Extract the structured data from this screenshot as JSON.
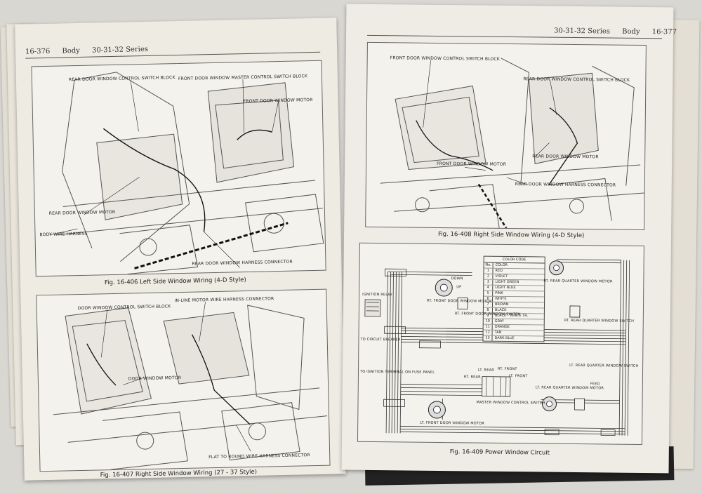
{
  "left_page": {
    "header": {
      "page_number": "16-376",
      "section": "Body",
      "series": "30-31-32 Series"
    },
    "fig_406": {
      "caption": "Fig. 16-406  Left Side Window Wiring (4-D Style)",
      "labels": {
        "rear_switch_block": "REAR DOOR WINDOW CONTROL SWITCH BLOCK",
        "front_master_switch": "FRONT DOOR WINDOW MASTER CONTROL SWITCH BLOCK",
        "front_motor": "FRONT DOOR WINDOW MOTOR",
        "rear_motor": "REAR DOOR WINDOW MOTOR",
        "body_harness": "BODY WIRE HARNESS",
        "rear_harness_connector": "REAR DOOR WINDOW HARNESS CONNECTOR"
      }
    },
    "fig_407": {
      "caption": "Fig. 16-407  Right Side Window Wiring (27 - 37 Style)",
      "labels": {
        "door_switch_block": "DOOR WINDOW CONTROL SWITCH BLOCK",
        "in_line_connector": "IN-LINE MOTOR WIRE HARNESS CONNECTOR",
        "door_motor": "DOOR WINDOW MOTOR",
        "flat_to_round": "FLAT TO ROUND WIRE HARNESS CONNECTOR"
      }
    }
  },
  "right_page": {
    "header": {
      "series": "30-31-32 Series",
      "section": "Body",
      "page_number": "16-377"
    },
    "fig_408": {
      "caption": "Fig. 16-408  Right Side Window Wiring (4-D Style)",
      "labels": {
        "front_switch_block": "FRONT DOOR WINDOW CONTROL SWITCH BLOCK",
        "rear_switch_block": "REAR DOOR WINDOW CONTROL SWITCH BLOCK",
        "rear_motor": "REAR DOOR WINDOW MOTOR",
        "front_motor": "FRONT DOOR WINDOW MOTOR",
        "rear_harness_connector": "REAR DOOR WINDOW HARNESS CONNECTOR"
      }
    },
    "fig_409": {
      "caption": "Fig. 16-409  Power Window Circuit",
      "color_code": {
        "title": "COLOR CODE",
        "header": [
          "No.",
          "COLOR"
        ],
        "rows": [
          [
            "1",
            "RED"
          ],
          [
            "2",
            "VIOLET"
          ],
          [
            "3",
            "LIGHT GREEN"
          ],
          [
            "4",
            "LIGHT BLUE"
          ],
          [
            "5",
            "PINK"
          ],
          [
            "6",
            "WHITE"
          ],
          [
            "7",
            "BROWN"
          ],
          [
            "8",
            "BLACK"
          ],
          [
            "9",
            "BLACK - WHITE TR."
          ],
          [
            "10",
            "GRAY"
          ],
          [
            "11",
            "ORANGE"
          ],
          [
            "12",
            "TAN"
          ],
          [
            "13",
            "DARK BLUE"
          ]
        ]
      },
      "labels": {
        "ignition_relay": "IGNITION RELAY",
        "circuit_breaker": "TO CIRCUIT BREAKER",
        "ignition_terminal": "TO IGNITION TERMINAL ON FUSE PANEL",
        "rt_front_motor": "RT. FRONT DOOR WINDOW MOTOR",
        "rt_front_switch": "RT. FRONT DOOR WINDOW SWITCH",
        "rt_rear_quarter_motor": "RT. REAR QUARTER WINDOW MOTOR",
        "rt_rear_quarter_switch": "RT. REAR QUARTER WINDOW SWITCH",
        "lt_front_motor": "LT. FRONT DOOR WINDOW MOTOR",
        "master_switch": "MASTER WINDOW CONTROL SWITCH",
        "lt_rear_quarter_motor": "LT. REAR QUARTER WINDOW MOTOR",
        "lt_rear_quarter_switch": "LT. REAR QUARTER WINDOW SWITCH",
        "up": "UP",
        "down": "DOWN",
        "feed": "FEED",
        "lt_rear": "LT. REAR",
        "rt_front": "RT. FRONT",
        "lt_front": "LT. FRONT",
        "rt_rear": "RT. REAR"
      }
    }
  }
}
